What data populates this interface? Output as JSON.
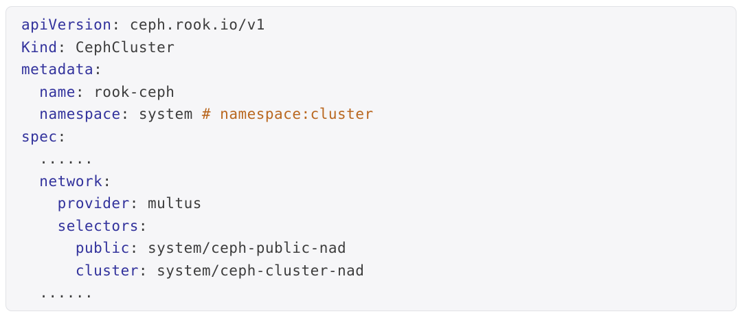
{
  "colors": {
    "page_bg": "#ffffff",
    "block_bg": "#f6f6f8",
    "block_border": "#e1e2e6",
    "key": "#32329c",
    "plain": "#3c3c3c",
    "comment": "#b9671f"
  },
  "code_block": {
    "language": "yaml",
    "lines": [
      {
        "segments": [
          {
            "type": "key",
            "text": "apiVersion"
          },
          {
            "type": "plain",
            "text": ": ceph.rook.io/v1"
          }
        ]
      },
      {
        "segments": [
          {
            "type": "key",
            "text": "Kind"
          },
          {
            "type": "plain",
            "text": ": CephCluster"
          }
        ]
      },
      {
        "segments": [
          {
            "type": "key",
            "text": "metadata"
          },
          {
            "type": "plain",
            "text": ":"
          }
        ]
      },
      {
        "segments": [
          {
            "type": "plain",
            "text": "  "
          },
          {
            "type": "key",
            "text": "name"
          },
          {
            "type": "plain",
            "text": ": rook-ceph"
          }
        ]
      },
      {
        "segments": [
          {
            "type": "plain",
            "text": "  "
          },
          {
            "type": "key",
            "text": "namespace"
          },
          {
            "type": "plain",
            "text": ": system "
          },
          {
            "type": "comment",
            "text": "# namespace:cluster"
          }
        ]
      },
      {
        "segments": [
          {
            "type": "key",
            "text": "spec"
          },
          {
            "type": "plain",
            "text": ":"
          }
        ]
      },
      {
        "segments": [
          {
            "type": "plain",
            "text": "  ......"
          }
        ]
      },
      {
        "segments": [
          {
            "type": "plain",
            "text": "  "
          },
          {
            "type": "key",
            "text": "network"
          },
          {
            "type": "plain",
            "text": ":"
          }
        ]
      },
      {
        "segments": [
          {
            "type": "plain",
            "text": "    "
          },
          {
            "type": "key",
            "text": "provider"
          },
          {
            "type": "plain",
            "text": ": multus"
          }
        ]
      },
      {
        "segments": [
          {
            "type": "plain",
            "text": "    "
          },
          {
            "type": "key",
            "text": "selectors"
          },
          {
            "type": "plain",
            "text": ":"
          }
        ]
      },
      {
        "segments": [
          {
            "type": "plain",
            "text": "      "
          },
          {
            "type": "key",
            "text": "public"
          },
          {
            "type": "plain",
            "text": ": system/ceph-public-nad"
          }
        ]
      },
      {
        "segments": [
          {
            "type": "plain",
            "text": "      "
          },
          {
            "type": "key",
            "text": "cluster"
          },
          {
            "type": "plain",
            "text": ": system/ceph-cluster-nad"
          }
        ]
      },
      {
        "segments": [
          {
            "type": "plain",
            "text": "  ......"
          }
        ]
      }
    ]
  }
}
